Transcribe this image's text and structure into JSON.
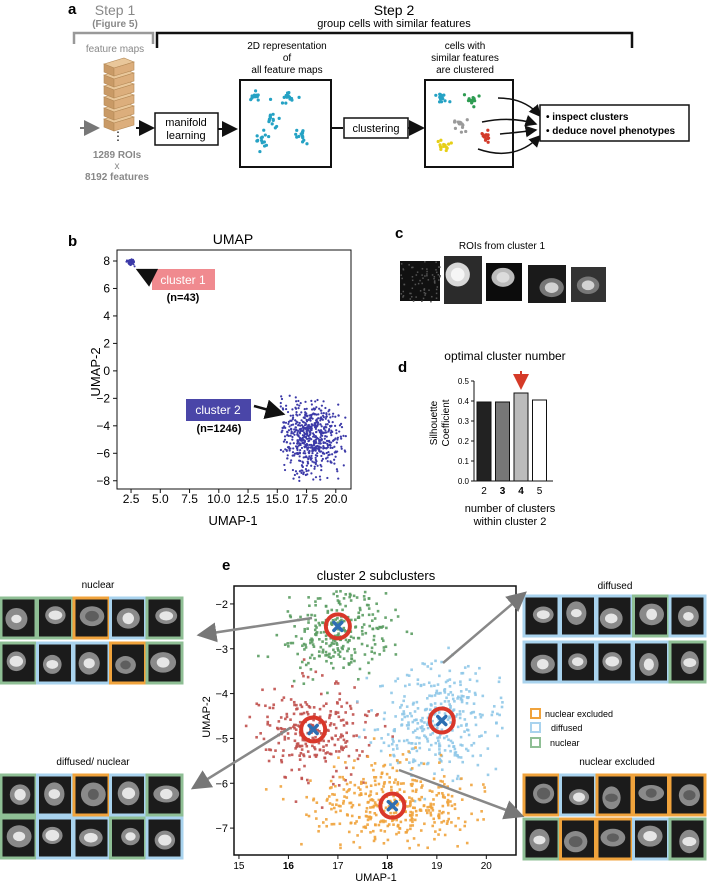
{
  "panel_a": {
    "letter": "a",
    "step1_title": "Step 1",
    "step1_ref": "(Figure 5)",
    "feature_maps_label": "feature maps",
    "step2_title": "Step 2",
    "step2_subtitle": "group cells with similar features",
    "dots_label": "⋮",
    "rois_count": "1289 ROIs",
    "times": "x",
    "features_count": "8192 features",
    "manifold_line1": "manifold",
    "manifold_line2": "learning",
    "rep_line1": "2D representation",
    "rep_line2": "of",
    "rep_line3": "all feature maps",
    "clustering_label": "clustering",
    "cells_line1": "cells with",
    "cells_line2": "similar features",
    "cells_line3": "are clustered",
    "bullet1": "• inspect clusters",
    "bullet2": "• deduce novel phenotypes"
  },
  "panel_b": {
    "letter": "b",
    "cluster1_label": "cluster 1",
    "cluster1_n": "(n=43)",
    "cluster2_label": "cluster 2",
    "cluster2_n": "(n=1246)",
    "colors": {
      "cluster1_box": "#f08a8f",
      "cluster2_box": "#4a46a8",
      "points": "#3c3aa8"
    }
  },
  "panel_c": {
    "letter": "c",
    "title": "ROIs from cluster 1"
  },
  "panel_d": {
    "letter": "d"
  },
  "panel_e": {
    "letter": "e",
    "left_top_label": "nuclear",
    "left_bottom_label": "diffused/ nuclear",
    "right_top_label": "diffused",
    "right_bottom_label": "nuclear excluded",
    "legend": [
      {
        "label": "nuclear excluded",
        "color": "#f0a33c"
      },
      {
        "label": "diffused",
        "color": "#a9d3ee"
      },
      {
        "label": "nuclear",
        "color": "#8fbf95"
      }
    ],
    "tile_colors": {
      "nuclear_top": [
        "nuclear",
        "nuclear",
        "nuclear excluded",
        "diffused",
        "nuclear"
      ],
      "nuclear_bottom": [
        "nuclear",
        "diffused",
        "diffused",
        "nuclear excluded",
        "nuclear"
      ],
      "dnuc_top": [
        "nuclear",
        "diffused",
        "nuclear excluded",
        "diffused",
        "nuclear"
      ],
      "dnuc_bottom": [
        "nuclear",
        "diffused",
        "diffused",
        "nuclear",
        "diffused"
      ],
      "diff_top": [
        "diffused",
        "diffused",
        "diffused",
        "nuclear",
        "diffused"
      ],
      "diff_bottom": [
        "diffused",
        "diffused",
        "diffused",
        "diffused",
        "nuclear"
      ],
      "nucex_top": [
        "nuclear excluded",
        "diffused",
        "nuclear excluded",
        "nuclear excluded",
        "nuclear excluded"
      ],
      "nucex_bottom": [
        "nuclear",
        "nuclear excluded",
        "nuclear excluded",
        "diffused",
        "nuclear"
      ]
    }
  },
  "chart_data": [
    {
      "type": "scatter",
      "title": "UMAP",
      "xlabel": "UMAP-1",
      "ylabel": "UMAP-2",
      "xlim": [
        1.3,
        21.3
      ],
      "ylim": [
        -8.6,
        8.8
      ],
      "xticks": [
        "2.5",
        "5.0",
        "7.5",
        "10.0",
        "12.5",
        "15.0",
        "17.5",
        "20.0"
      ],
      "xtick_values": [
        2.5,
        5.0,
        7.5,
        10.0,
        12.5,
        15.0,
        17.5,
        20.0
      ],
      "yticks": [
        "8",
        "6",
        "4",
        "2",
        "0",
        "−2",
        "−4",
        "−6",
        "−8"
      ],
      "ytick_values": [
        8,
        6,
        4,
        2,
        0,
        -2,
        -4,
        -6,
        -8
      ],
      "series": [
        {
          "name": "cluster 1",
          "n": 43,
          "center": [
            2.5,
            7.9
          ],
          "spread": [
            0.35,
            0.25
          ]
        },
        {
          "name": "cluster 2",
          "n": 1246,
          "center": [
            17.8,
            -4.8
          ],
          "spread": [
            1.9,
            2.0
          ]
        }
      ]
    },
    {
      "type": "bar",
      "title": "optimal cluster number",
      "xlabel": "number of clusters within cluster 2",
      "xlabel_line1": "number of clusters",
      "xlabel_line2": "within cluster 2",
      "ylabel": "Silhouette Coefficient",
      "ylabel_line1": "Silhouette",
      "ylabel_line2": "Coefficient",
      "categories": [
        "2",
        "3",
        "4",
        "5"
      ],
      "values": [
        0.395,
        0.395,
        0.44,
        0.405
      ],
      "colors": [
        "#222222",
        "#777777",
        "#bbbbbb",
        "#ffffff"
      ],
      "ylim": [
        0,
        0.5
      ],
      "yticks": [
        "0.0",
        "0.1",
        "0.2",
        "0.3",
        "0.4",
        "0.5"
      ],
      "ytick_values": [
        0.0,
        0.1,
        0.2,
        0.3,
        0.4,
        0.5
      ],
      "highlight": "4",
      "highlight_color": "#d53a28"
    },
    {
      "type": "scatter",
      "title": "cluster 2 subclusters",
      "xlabel": "UMAP-1",
      "ylabel": "UMAP-2",
      "xlim": [
        14.9,
        20.6
      ],
      "ylim": [
        -7.6,
        -1.6
      ],
      "xticks": [
        "15",
        "16",
        "17",
        "18",
        "19",
        "20"
      ],
      "xtick_values": [
        15,
        16,
        17,
        18,
        19,
        20
      ],
      "yticks": [
        "−2",
        "−3",
        "−4",
        "−5",
        "−6",
        "−7"
      ],
      "ytick_values": [
        -2,
        -3,
        -4,
        -5,
        -6,
        -7
      ],
      "series": [
        {
          "name": "nuclear",
          "color": "#5a9c62",
          "center": [
            17.0,
            -2.6
          ],
          "spread": [
            0.55,
            0.5
          ]
        },
        {
          "name": "diffused/ nuclear",
          "color": "#c0504d",
          "center": [
            16.5,
            -4.8
          ],
          "spread": [
            0.55,
            0.55
          ]
        },
        {
          "name": "diffused",
          "color": "#8fc8e8",
          "center": [
            19.1,
            -4.6
          ],
          "spread": [
            0.65,
            0.6
          ]
        },
        {
          "name": "nuclear excluded",
          "color": "#f0a33c",
          "center": [
            18.1,
            -6.5
          ],
          "spread": [
            0.8,
            0.45
          ]
        }
      ],
      "centroids": [
        [
          17.0,
          -2.5
        ],
        [
          16.5,
          -4.8
        ],
        [
          19.1,
          -4.6
        ],
        [
          18.1,
          -6.5
        ]
      ]
    }
  ]
}
